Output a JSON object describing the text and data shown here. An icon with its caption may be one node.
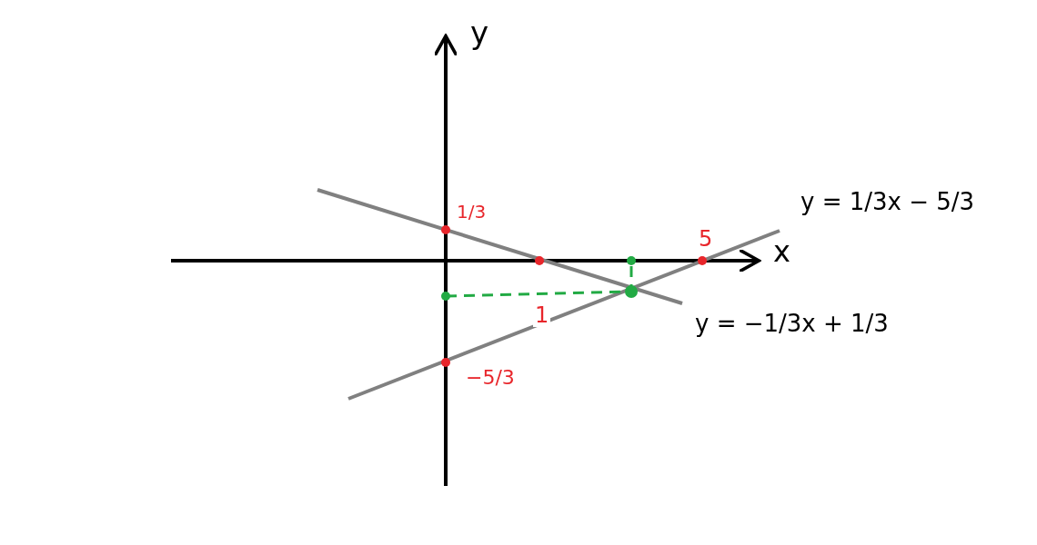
{
  "diagram": {
    "labels": [
      "y",
      "1/3",
      "5",
      "x",
      "y = 1/3x − 5/3",
      "1",
      "y = −1/3x + 1/3",
      "−5/3"
    ]
  }
}
